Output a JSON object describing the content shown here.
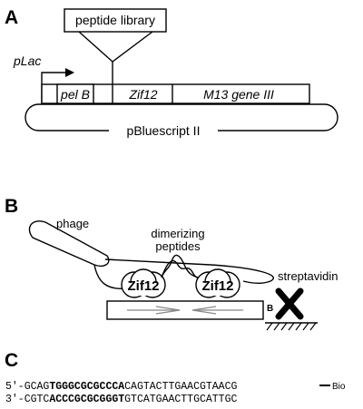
{
  "panels": {
    "a": "A",
    "b": "B",
    "c": "C"
  },
  "panel_a": {
    "peptide_library": "peptide library",
    "promoter": "pLac",
    "pel_b": "pel B",
    "zif12": "Zif12",
    "m13_gene_iii": "M13 gene III",
    "plasmid": "pBluescript II"
  },
  "panel_b": {
    "phage": "phage",
    "dimerizing_peptides": "dimerizing peptides",
    "dimerizing_line1": "dimerizing",
    "dimerizing_line2": "peptides",
    "zif_left": "Zif12",
    "zif_right": "Zif12",
    "streptavidin": "streptavidin",
    "biotin_mark": "B"
  },
  "panel_c": {
    "top_strand": {
      "end": "5'-",
      "pre": "GCAG",
      "bold": "TGGGCGCGCCCA",
      "post": "CAGTACTTGAACGTAACG",
      "tag": "Bio"
    },
    "bottom_strand": {
      "end": "3'-",
      "pre": "CGTC",
      "bold": "ACCCGCGCGGGT",
      "post": "GTCATGAACTTGCATTGC"
    }
  }
}
